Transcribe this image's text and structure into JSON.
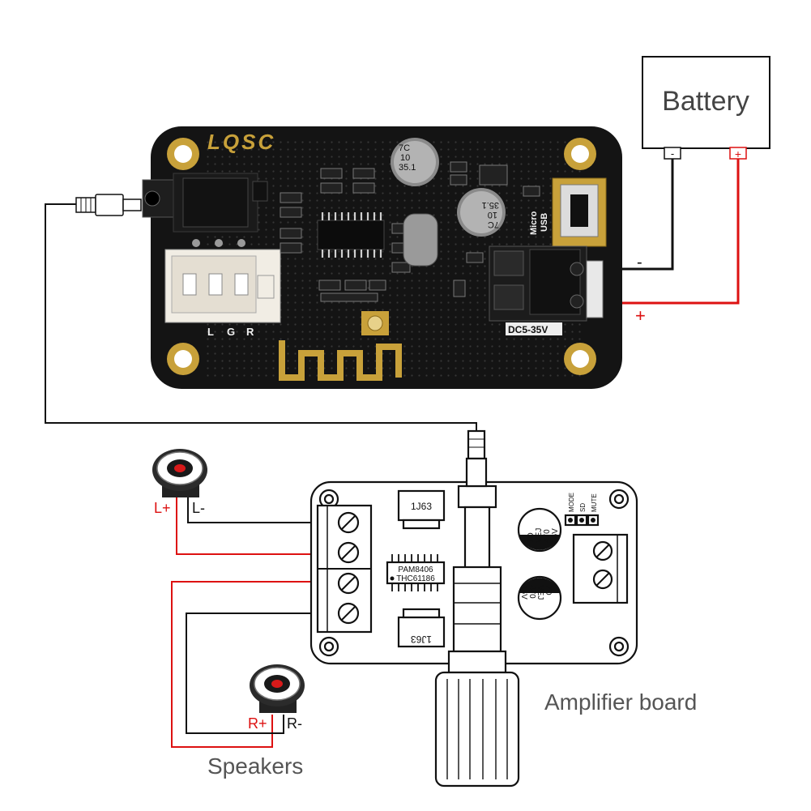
{
  "battery": {
    "label": "Battery",
    "neg_terminal": "-",
    "pos_terminal": "+"
  },
  "wires": {
    "neg_label": "-",
    "pos_label": "+",
    "neg_color": "#111111",
    "pos_color": "#dd1111"
  },
  "bt_board": {
    "logo": "LQSC",
    "cap1": [
      "7C",
      "10",
      "35.1"
    ],
    "cap2": [
      "7C",
      "10",
      "35.1"
    ],
    "usb_label": [
      "Micro",
      "USB"
    ],
    "input_label": "DC5-35V",
    "jst_pins": [
      "L",
      "G",
      "R"
    ],
    "pcb_color": "#141414",
    "trace_color": "#c8a13a"
  },
  "amp_board": {
    "caption": "Amplifier board",
    "chip_top": "1J63",
    "chip_bottom": "1J63",
    "ic_line1": "PAM8406",
    "ic_line2": "THC61186",
    "cap_top": [
      "7D",
      "VEJ",
      "470",
      "16V"
    ],
    "cap_bottom": [
      "7D",
      "VEJ",
      "470",
      "16V"
    ],
    "header_labels": [
      "MODE",
      "SD",
      "MUTE"
    ]
  },
  "speakers": {
    "caption": "Speakers",
    "left_plus": "L+",
    "left_minus": "L-",
    "right_plus": "R+",
    "right_minus": "R-"
  }
}
